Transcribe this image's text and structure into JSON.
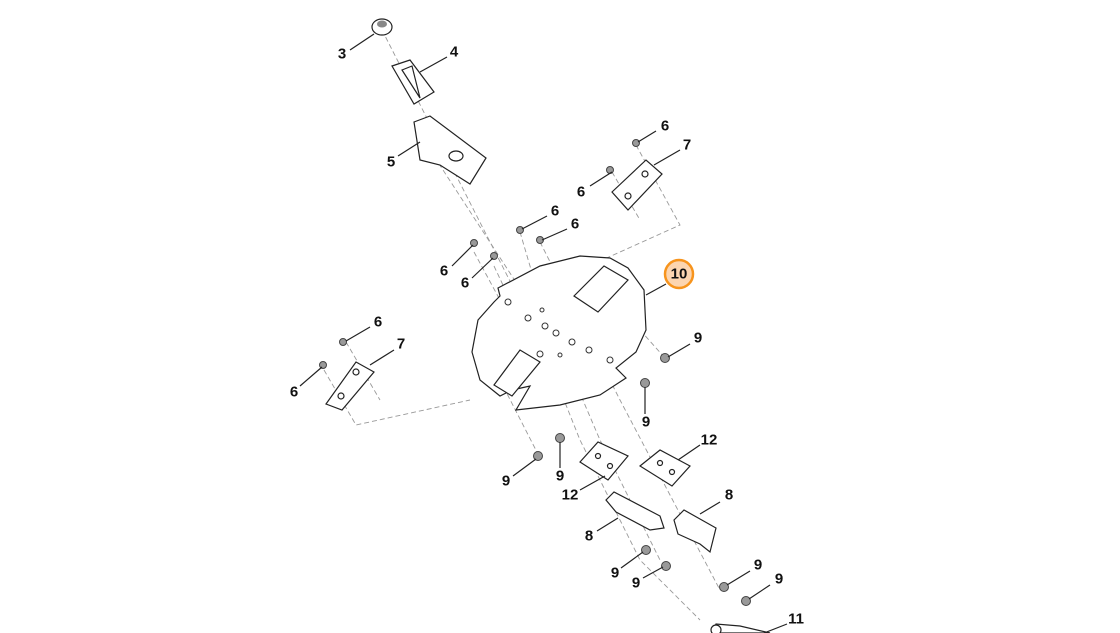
{
  "diagram": {
    "highlight_color": "#f7941d",
    "highlight_fill": "#fcd5b0",
    "callouts": [
      "3",
      "4",
      "5",
      "6",
      "7",
      "6",
      "6",
      "6",
      "6",
      "6",
      "10",
      "6",
      "7",
      "6",
      "9",
      "9",
      "9",
      "9",
      "12",
      "12",
      "8",
      "8",
      "9",
      "9",
      "9",
      "9",
      "11"
    ]
  }
}
